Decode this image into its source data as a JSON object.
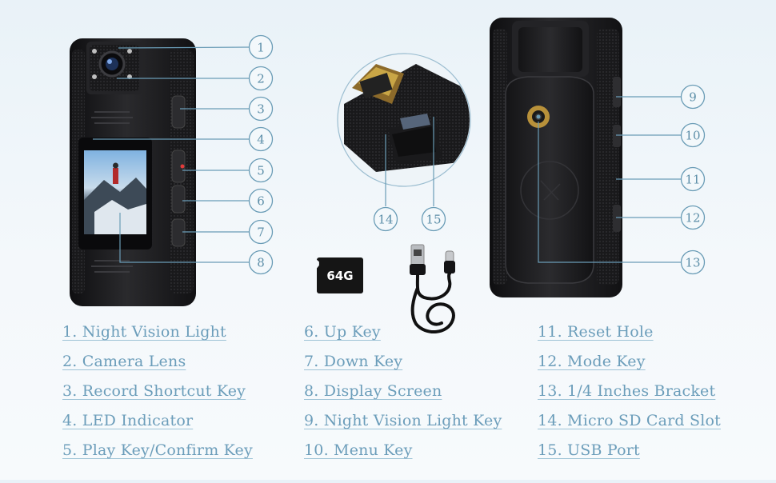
{
  "callouts": [
    "1",
    "2",
    "3",
    "4",
    "5",
    "6",
    "7",
    "8",
    "9",
    "10",
    "11",
    "12",
    "13",
    "14",
    "15"
  ],
  "sd_card": {
    "label": "64G"
  },
  "legend": {
    "column1": [
      "1. Night Vision Light",
      "2. Camera Lens",
      "3. Record Shortcut Key",
      "4. LED Indicator",
      "5. Play Key/Confirm Key"
    ],
    "column2": [
      "6. Up Key",
      "7. Down Key",
      "8. Display Screen",
      "9. Night Vision Light Key",
      "10. Menu Key"
    ],
    "column3": [
      "11. Reset Hole",
      "12. Mode Key",
      "13. 1/4 Inches Bracket",
      "14. Micro SD Card Slot",
      "15. USB Port"
    ]
  },
  "colors": {
    "accent": "#6b9dba",
    "device_body": "#1c1c1e",
    "background": "#eef4f8"
  }
}
